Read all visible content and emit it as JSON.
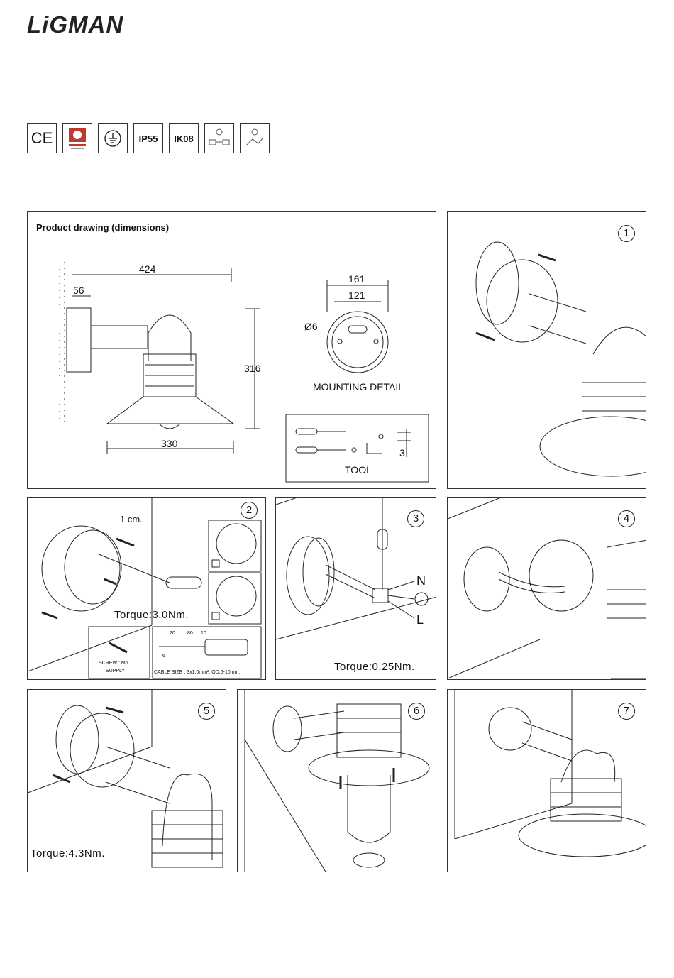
{
  "brand": {
    "logo_text": "LiGMAN"
  },
  "certifications": [
    {
      "icon": "ce-mark-icon",
      "label": "CE"
    },
    {
      "icon": "quality-seal-icon",
      "label": ""
    },
    {
      "icon": "earth-ground-icon",
      "label": ""
    },
    {
      "icon": "ip-rating",
      "label": "IP55"
    },
    {
      "icon": "ik-rating",
      "label": "IK08"
    },
    {
      "icon": "installation-height-icon",
      "label": ""
    },
    {
      "icon": "installation-tool-icon",
      "label": ""
    }
  ],
  "dimensions_panel": {
    "title": "Product drawing (dimensions)",
    "dims": {
      "length": "424",
      "base": "56",
      "height": "316",
      "width": "330",
      "outer_dia": "161",
      "inner_dia": "121",
      "hole": "Ø6"
    },
    "mounting_label": "MOUNTING DETAIL",
    "tool_label": "TOOL",
    "tool_dim": "3"
  },
  "steps": [
    {
      "number": "1"
    },
    {
      "number": "2",
      "torque": "Torque:3.0Nm.",
      "measure": "1 cm.",
      "screw_label": "SCREW : M5",
      "supply_label": "SUPPLY",
      "cable_label": "CABLE SIZE : 3x1.0mm². OD.6-10mm.",
      "strip": [
        "20",
        "80",
        "10",
        "6"
      ]
    },
    {
      "number": "3",
      "torque": "Torque:0.25Nm.",
      "terminals": [
        "N",
        "L"
      ]
    },
    {
      "number": "4"
    },
    {
      "number": "5",
      "torque": "Torque:4.3Nm."
    },
    {
      "number": "6"
    },
    {
      "number": "7"
    }
  ]
}
